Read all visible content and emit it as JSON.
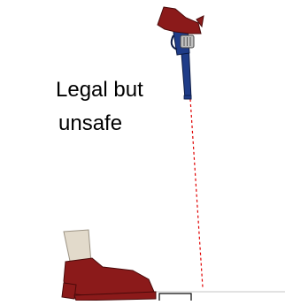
{
  "caption": {
    "line1": "Legal but",
    "line2": "unsafe"
  },
  "icons": {
    "gun": "revolver-icon",
    "foot": "foot-icon",
    "trajectory": "dotted-bullet-path",
    "ground": "ground-line",
    "box": "small-box"
  },
  "colors": {
    "gun_grip": "#8B1A1A",
    "gun_barrel": "#1F3C88",
    "gun_cylinder": "#C0C0C0",
    "boot": "#8B1A1A",
    "ankle": "#E2DACB",
    "trajectory": "#E00000",
    "text": "#000000"
  }
}
